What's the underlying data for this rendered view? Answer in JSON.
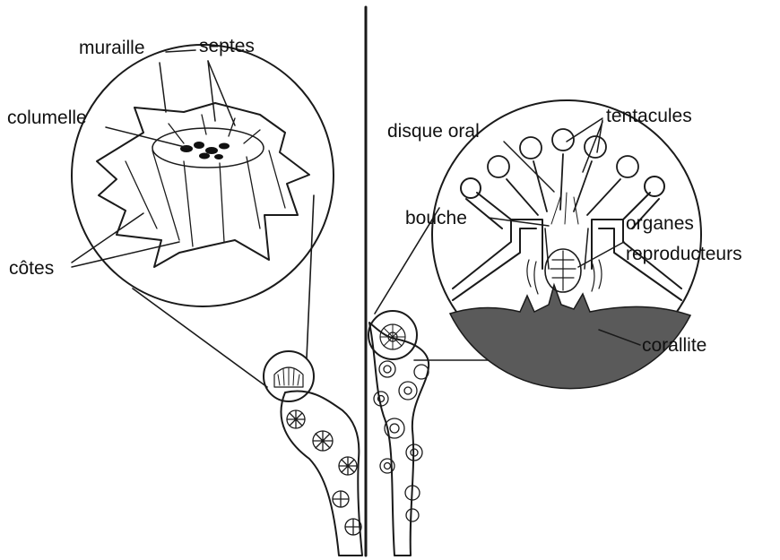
{
  "labels": {
    "muraille": "muraille",
    "septes": "septes",
    "columelle": "columelle",
    "cotes": "côtes",
    "disque_oral": "disque oral",
    "tentacules": "tentacules",
    "bouche": "bouche",
    "organes_line1": "organes",
    "organes_line2": "reproducteurs",
    "corallite": "corallite"
  },
  "colors": {
    "ink": "#1a1a1a",
    "corallite_fill": "#5a5a5a",
    "background": "#ffffff"
  }
}
